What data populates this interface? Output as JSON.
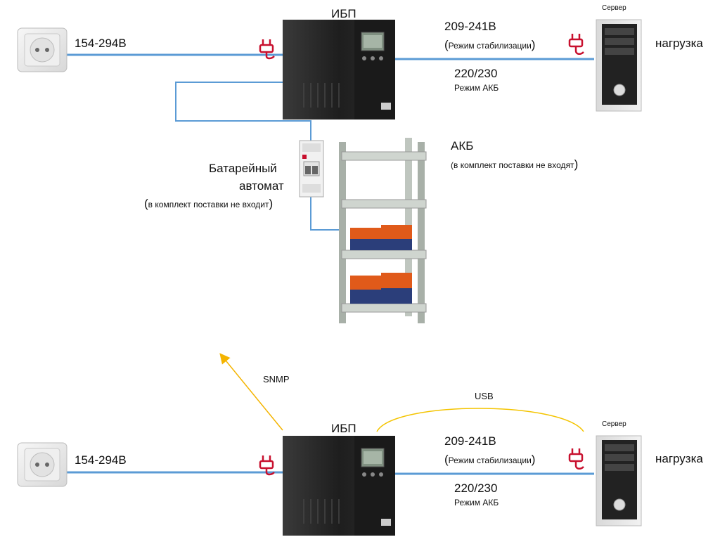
{
  "top": {
    "ups_label": "ИБП",
    "input_voltage": "154-294В",
    "output_voltage": "209-241В",
    "stab_mode": "Режим стабилизации",
    "battery_voltage": "220/230",
    "battery_mode": "Режим АКБ",
    "server_label": "Сервер",
    "load_label": "нагрузка",
    "breaker_label_1": "Батарейный",
    "breaker_label_2": "автомат",
    "breaker_note": "в комплект поставки не входит",
    "akb_label": "АКБ",
    "akb_note": "в комплект поставки не входят"
  },
  "bottom": {
    "ups_label": "ИБП",
    "input_voltage": "154-294В",
    "output_voltage": "209-241В",
    "stab_mode": "Режим стабилизации",
    "battery_voltage": "220/230",
    "battery_mode": "Режим АКБ",
    "server_label": "Сервер",
    "load_label": "нагрузка",
    "snmp_label": "SNMP",
    "usb_label": "USB"
  },
  "colors": {
    "power_line": "#5b9bd5",
    "plug": "#c8102e",
    "snmp_arrow": "#f4b400",
    "usb_arc": "#f4c400",
    "ups_body": "#2a2a2a"
  },
  "icons": [
    "wall-socket-icon",
    "plug-icon",
    "ups-icon",
    "server-tower-icon",
    "circuit-breaker-icon",
    "battery-rack-icon"
  ]
}
